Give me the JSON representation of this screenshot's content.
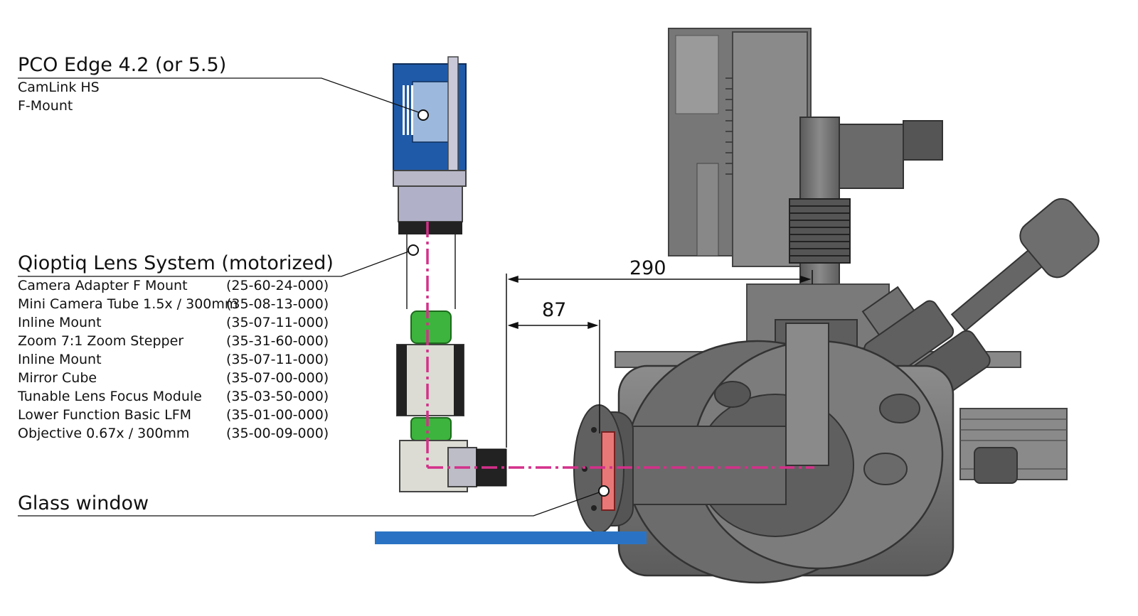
{
  "camera": {
    "title": "PCO Edge 4.2 (or 5.5)",
    "details": [
      "CamLink HS",
      "F-Mount"
    ]
  },
  "lens_system": {
    "title": "Qioptiq Lens System (motorized)",
    "components": [
      {
        "name": "Camera Adapter F Mount",
        "part": "(25-60-24-000)"
      },
      {
        "name": "Mini Camera Tube 1.5x / 300mm",
        "part": "(35-08-13-000)"
      },
      {
        "name": "Inline Mount",
        "part": "(35-07-11-000)"
      },
      {
        "name": "Zoom 7:1 Zoom Stepper",
        "part": "(35-31-60-000)"
      },
      {
        "name": "Inline Mount",
        "part": "(35-07-11-000)"
      },
      {
        "name": "Mirror Cube",
        "part": "(35-07-00-000)"
      },
      {
        "name": "Tunable Lens Focus Module",
        "part": "(35-03-50-000)"
      },
      {
        "name": "Lower Function Basic LFM",
        "part": "(35-01-00-000)"
      },
      {
        "name": "Objective 0.67x / 300mm",
        "part": "(35-00-09-000)"
      }
    ]
  },
  "window": {
    "title": "Glass window"
  },
  "dimensions": {
    "long": "290",
    "short": "87"
  },
  "colors": {
    "camera_body": "#1f5aa8",
    "lens_green": "#3db43d",
    "beam": "#d4308a",
    "window_red": "#e87878",
    "chamber_gray": "#6e6e6e",
    "floor_bar": "#2a73c4"
  }
}
